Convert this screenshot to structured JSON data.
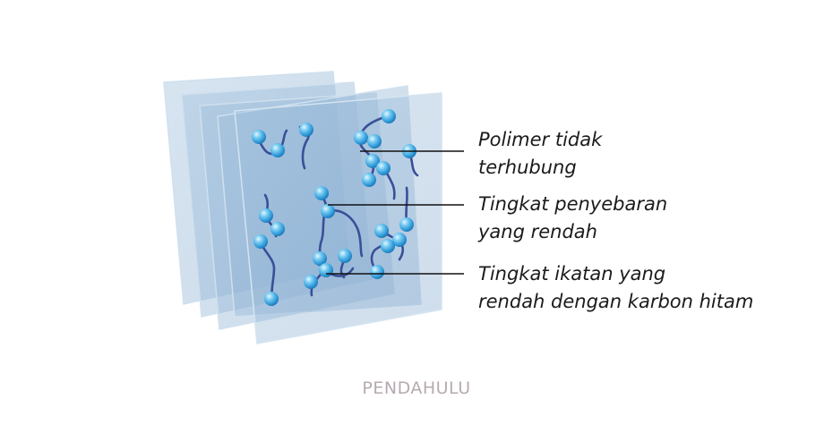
{
  "labels": {
    "unconnected_polymer": [
      "Polimer tidak",
      "terhubung"
    ],
    "low_dispersion": [
      "Tingkat penyebaran",
      "yang rendah"
    ],
    "low_carbon_black_bond": [
      "Tingkat ikatan yang",
      "rendah dengan karbon hitam"
    ]
  },
  "caption": "PENDAHULU",
  "colors": {
    "slab_fill": "#a9c6e0",
    "slab_edge": "#c9dcec",
    "polymer_chain": "#3a4f98",
    "particle": "#4fb2e6",
    "leader_line": "#111111",
    "caption": "#b6aab1"
  }
}
